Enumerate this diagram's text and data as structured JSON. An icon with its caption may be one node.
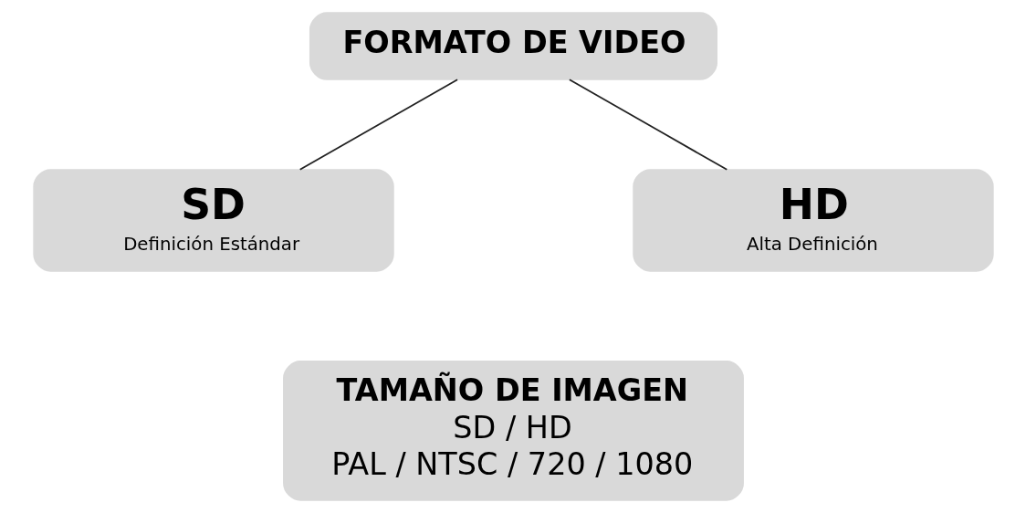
{
  "diagram": {
    "nodes": [
      {
        "text": [
          "FORMATO DE VIDEO"
        ]
      },
      {
        "text": [
          "SD",
          "Definición Estándar"
        ]
      },
      {
        "text": [
          "HD",
          "Alta Definición"
        ]
      },
      {
        "text": [
          "TAMAÑO DE IMAGEN",
          "SD / HD",
          "PAL / NTSC / 720 / 1080"
        ]
      }
    ],
    "edges": [
      {
        "from": 0,
        "to": 1,
        "arrow": "none"
      },
      {
        "from": 0,
        "to": 2,
        "arrow": "none"
      }
    ]
  }
}
